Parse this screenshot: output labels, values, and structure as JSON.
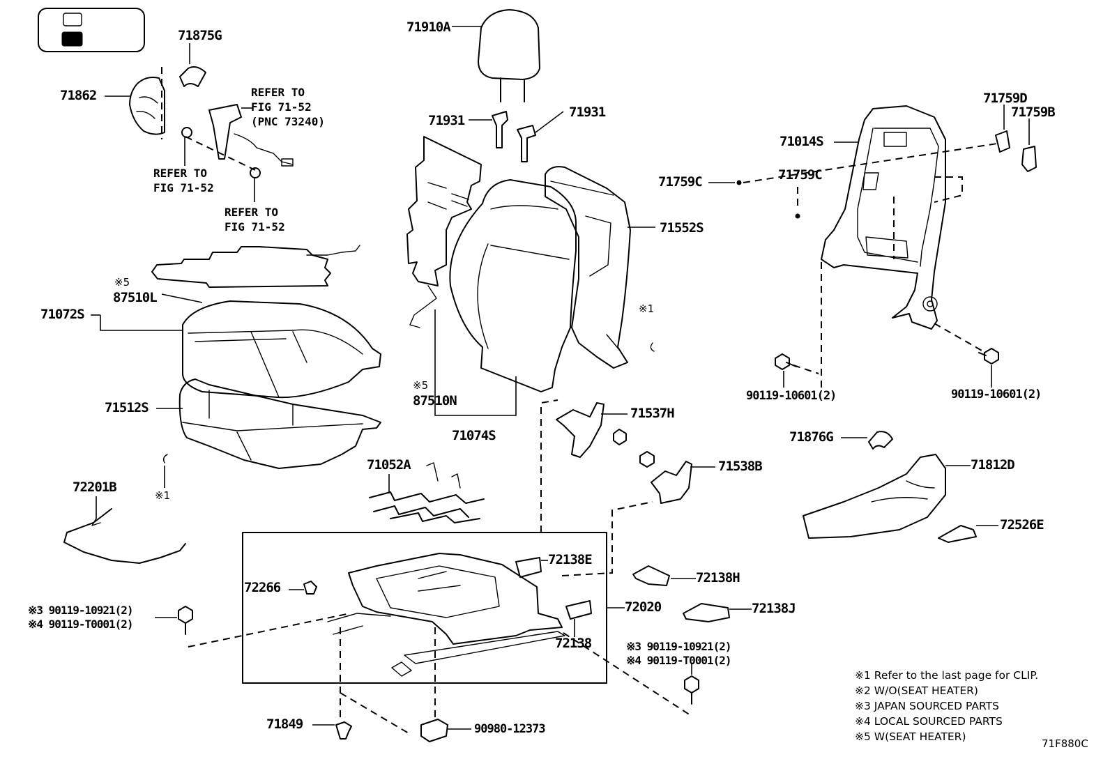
{
  "parts": {
    "p71875G": "71875G",
    "p71862": "71862",
    "p71910A": "71910A",
    "p71931_left": "71931",
    "p71931_right": "71931",
    "p71759D": "71759D",
    "p71759B": "71759B",
    "p71014S": "71014S",
    "p71759C_left": "71759C",
    "p71759C_right": "71759C",
    "p71552S": "71552S",
    "p71072S": "71072S",
    "p87510L": "87510L",
    "p71512S": "71512S",
    "p87510N": "87510N",
    "p71074S": "71074S",
    "p71537H": "71537H",
    "p71538B": "71538B",
    "p71052A": "71052A",
    "p72201B": "72201B",
    "p90119_10601_left": "90119-10601(2)",
    "p90119_10601_right": "90119-10601(2)",
    "p71876G": "71876G",
    "p71812D": "71812D",
    "p72526E": "72526E",
    "p72138E": "72138E",
    "p72266": "72266",
    "p72020": "72020",
    "p72138H": "72138H",
    "p72138J": "72138J",
    "p72138": "72138",
    "p90119_10921_left": "※3 90119-10921(2)",
    "p90119_T0001_left": "※4 90119-T0001(2)",
    "p90119_10921_right": "※3 90119-10921(2)",
    "p90119_T0001_right": "※4 90119-T0001(2)",
    "p71849": "71849",
    "p90980_12373": "90980-12373"
  },
  "references": {
    "ref_pnc": "REFER TO\nFIG 71-52\n(PNC 73240)",
    "ref_left": "REFER TO\nFIG 71-52",
    "ref_bottom": "REFER TO\nFIG 71-52"
  },
  "marks": {
    "m5_cushion": "※5",
    "m5_back": "※5",
    "m1_back": "※1",
    "m1_cushion": "※1"
  },
  "notes": {
    "n1": "※1  Refer to the last page for CLIP.",
    "n2": "※2  W/O(SEAT HEATER)",
    "n3": "※3  JAPAN SOURCED PARTS",
    "n4": "※4  LOCAL SOURCED PARTS",
    "n5": "※5  W(SEAT HEATER)"
  },
  "figure_id": "71F880C"
}
